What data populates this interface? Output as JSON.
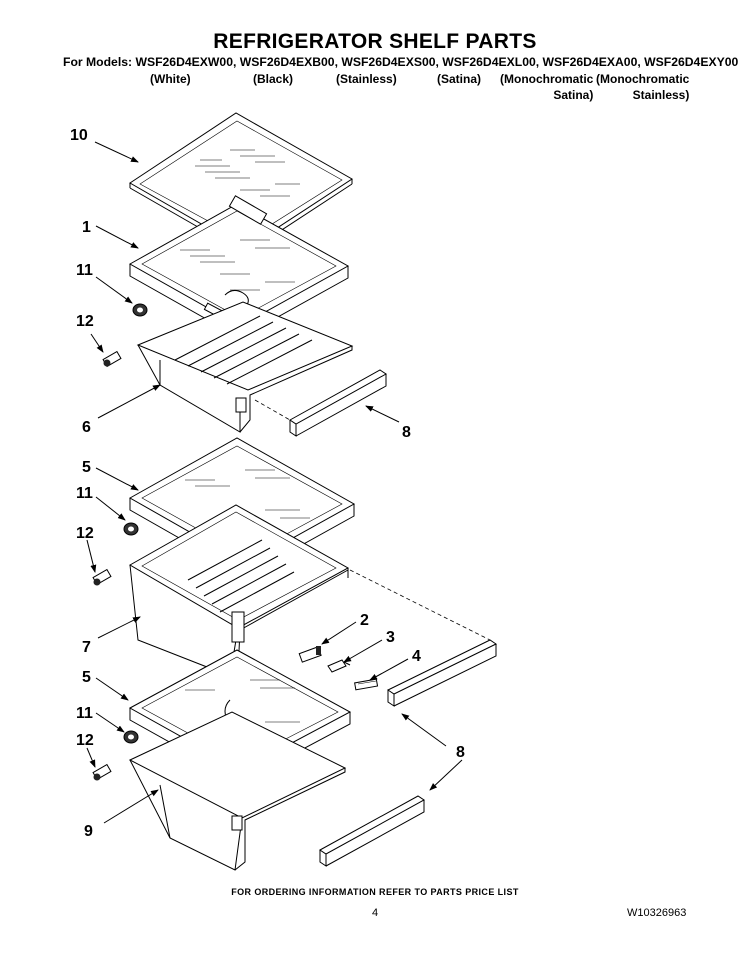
{
  "header": {
    "title": "REFRIGERATOR SHELF PARTS",
    "models_line": "For Models: WSF26D4EXW00, WSF26D4EXB00, WSF26D4EXS00, WSF26D4EXL00, WSF26D4EXA00, WSF26D4EXY00",
    "variants": [
      {
        "line1": "(White)",
        "line2": ""
      },
      {
        "line1": "(Black)",
        "line2": ""
      },
      {
        "line1": "(Stainless)",
        "line2": ""
      },
      {
        "line1": "(Satina)",
        "line2": ""
      },
      {
        "line1": "(Monochromatic",
        "line2": "Satina)"
      },
      {
        "line1": "(Monochromatic",
        "line2": "Stainless)"
      }
    ]
  },
  "callouts": [
    {
      "id": "c10",
      "label": "10"
    },
    {
      "id": "c1",
      "label": "1"
    },
    {
      "id": "c11a",
      "label": "11"
    },
    {
      "id": "c12a",
      "label": "12"
    },
    {
      "id": "c6",
      "label": "6"
    },
    {
      "id": "c8a",
      "label": "8"
    },
    {
      "id": "c5a",
      "label": "5"
    },
    {
      "id": "c11b",
      "label": "11"
    },
    {
      "id": "c12b",
      "label": "12"
    },
    {
      "id": "c7",
      "label": "7"
    },
    {
      "id": "c2",
      "label": "2"
    },
    {
      "id": "c3",
      "label": "3"
    },
    {
      "id": "c4",
      "label": "4"
    },
    {
      "id": "c5b",
      "label": "5"
    },
    {
      "id": "c8b",
      "label": "8"
    },
    {
      "id": "c11c",
      "label": "11"
    },
    {
      "id": "c12c",
      "label": "12"
    },
    {
      "id": "c9",
      "label": "9"
    }
  ],
  "footer": {
    "ordering_note": "FOR ORDERING INFORMATION REFER TO PARTS PRICE LIST",
    "page_number": "4",
    "document_number": "W10326963"
  }
}
